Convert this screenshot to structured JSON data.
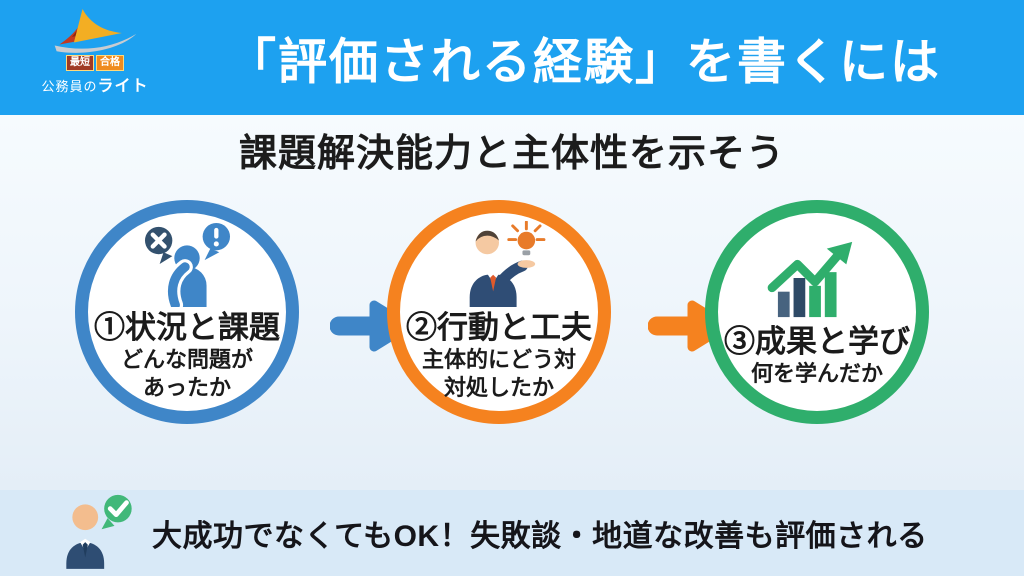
{
  "header": {
    "title": "「評価される経験」を書くには",
    "bg_color": "#1da1f0",
    "logo": {
      "icon": "mountain-sail-logo-icon",
      "badge_left": "最短",
      "badge_right": "合格",
      "brand_prefix": "公務員の",
      "brand_suffix": "ライト"
    }
  },
  "subtitle": "課題解決能力と主体性を示そう",
  "steps": [
    {
      "title": "①状況と課題",
      "lines": [
        "どんな問題が",
        "あったか"
      ],
      "ring_color": "#3f86c8",
      "icon": "thinking-person-icon"
    },
    {
      "title": "②行動と工夫",
      "lines": [
        "主体的にどう対",
        "対処したか"
      ],
      "ring_color": "#f5821f",
      "icon": "businessman-idea-icon"
    },
    {
      "title": "③成果と学び",
      "lines": [
        "何を学んだか"
      ],
      "ring_color": "#2fae6c",
      "icon": "growth-chart-icon"
    }
  ],
  "arrows": [
    {
      "icon": "arrow-right-icon",
      "color": "#3f86c8"
    },
    {
      "icon": "arrow-right-icon",
      "color": "#f5821f"
    }
  ],
  "footer": {
    "text": "大成功でなくてもOK！失敗談・地道な改善も評価される",
    "icon": "businessman-check-icon",
    "bg_color": "#d8e9f7"
  },
  "colors": {
    "header_bg": "#1da1f0",
    "body_bg": "#eef5fb",
    "footer_bg": "#d8e9f7",
    "step_blue": "#3f86c8",
    "step_orange": "#f5821f",
    "step_green": "#2fae6c",
    "bubble_navy": "#33516e",
    "suit_navy": "#2f4d75",
    "bulb_orange": "#e87b2a",
    "check_green": "#41b879",
    "text_dark": "#1b1b1b"
  }
}
